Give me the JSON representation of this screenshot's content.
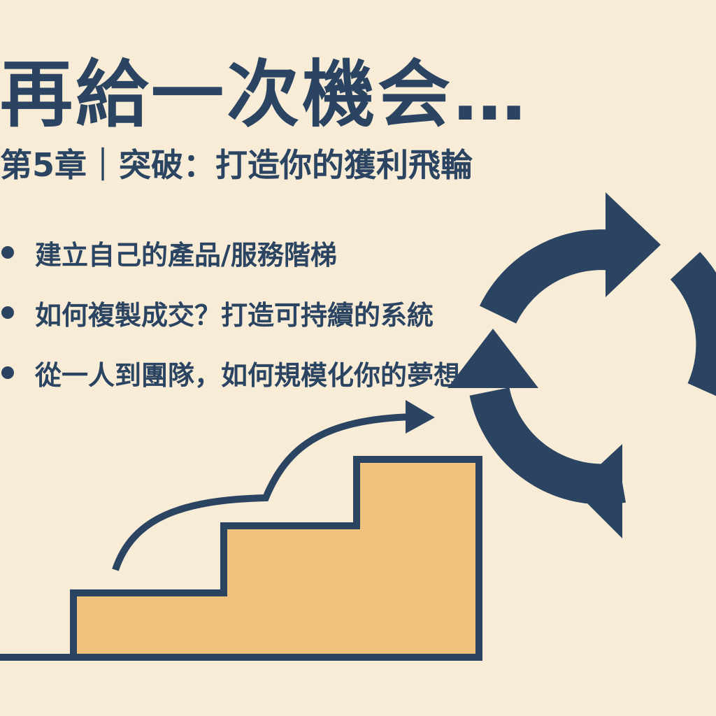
{
  "title": "再給一次機会…",
  "subtitle": "第5章｜突破：打造你的獲利飛輪",
  "bullets": [
    "建立自己的產品/服務階梯",
    "如何複製成交？打造可持續的系統",
    "從一人到團隊，如何規模化你的夢想"
  ],
  "colors": {
    "background": "#f8ecd7",
    "navy": "#2a4462",
    "stairs": "#f0c27d"
  },
  "icons": [
    "staircase-with-arrow-icon",
    "cycle-arrows-icon"
  ]
}
